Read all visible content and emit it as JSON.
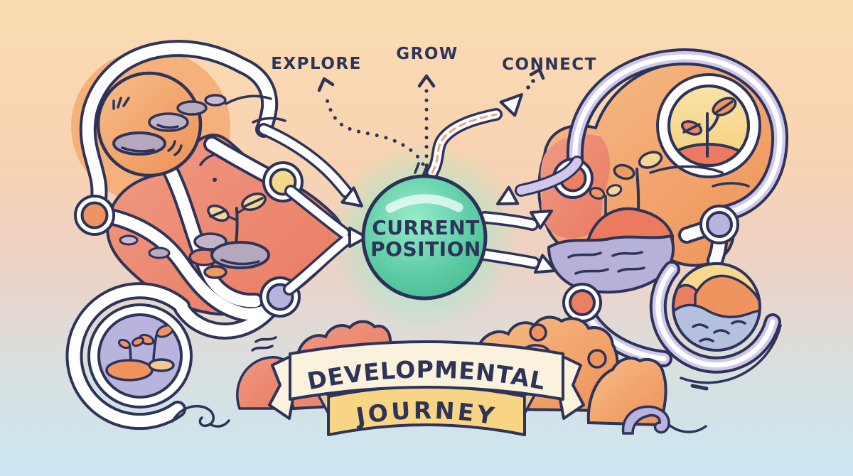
{
  "scene": {
    "banner": {
      "line1": "DEVELOPMENTAL",
      "line2": "JOURNEY"
    },
    "center_node": {
      "line1": "CURRENT",
      "line2": "POSITION"
    },
    "branches": [
      {
        "label": "EXPLORE",
        "style": "dotted-curve-left"
      },
      {
        "label": "GROW",
        "style": "dotted-straight-up"
      },
      {
        "label": "CONNECT",
        "style": "solid-curvy-arrow-right"
      }
    ],
    "illustrations": {
      "top_left": "stepping-stones-circle",
      "mid_left": "sprout-with-rocks",
      "bottom_left": "seedlings-on-mounds-circle",
      "top_right": "growing-sprout-circle",
      "mid_right": "sprouts-and-water",
      "bottom_right": "river-landscape-circle"
    },
    "colors": {
      "navy": "#2d3359",
      "teal": "#57cba3",
      "orange": "#f0935f",
      "coral": "#ec8065",
      "lavender": "#b9b4de",
      "yellow": "#f6d88c",
      "cream": "#fbf2dd",
      "bg_top": "#fbdcb1",
      "bg_bottom": "#cbe6f2"
    }
  }
}
